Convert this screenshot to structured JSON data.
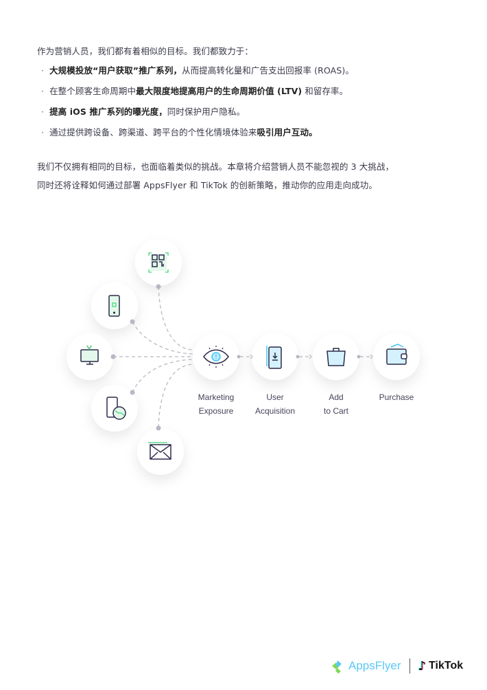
{
  "intro": "作为营销人员，我们都有着相似的目标。我们都致力于：",
  "bullets": [
    {
      "bold": "大规模投放“用户获取”推广系列，",
      "rest": "从而提高转化量和广告支出回报率 (ROAS)。"
    },
    {
      "pre": "在整个顾客生命周期中",
      "bold": "最大限度地提高用户的生命周期价值 (LTV)",
      "rest": " 和留存率。"
    },
    {
      "bold": "提高 iOS 推广系列的曝光度，",
      "rest": "同时保护用户隐私。"
    },
    {
      "pre": "通过提供跨设备、跨渠道、跨平台的个性化情境体验来",
      "bold": "吸引用户互动。"
    }
  ],
  "para": [
    "我们不仅拥有相同的目标，也面临着类似的挑战。本章将介绍营销人员不能忽视的 3 大挑战，",
    "同时还将诠释如何通过部署 AppsFlyer 和 TikTok 的创新策略，推动你的应用走向成功。"
  ],
  "diagram": {
    "steps": [
      {
        "l1": "Marketing",
        "l2": "Exposure"
      },
      {
        "l1": "User",
        "l2": "Acquisition"
      },
      {
        "l1": "Add",
        "l2": "to Cart"
      },
      {
        "l1": "Purchase",
        "l2": ""
      }
    ],
    "channels": [
      "qr-code",
      "mobile-phone",
      "tv",
      "mobile-globe",
      "email"
    ]
  },
  "logos": {
    "appsflyer": "AppsFlyer",
    "tiktok": "TikTok"
  },
  "colors": {
    "green": "#5ddc8a",
    "blue": "#3ec5f5",
    "navy": "#2a2a4a"
  }
}
